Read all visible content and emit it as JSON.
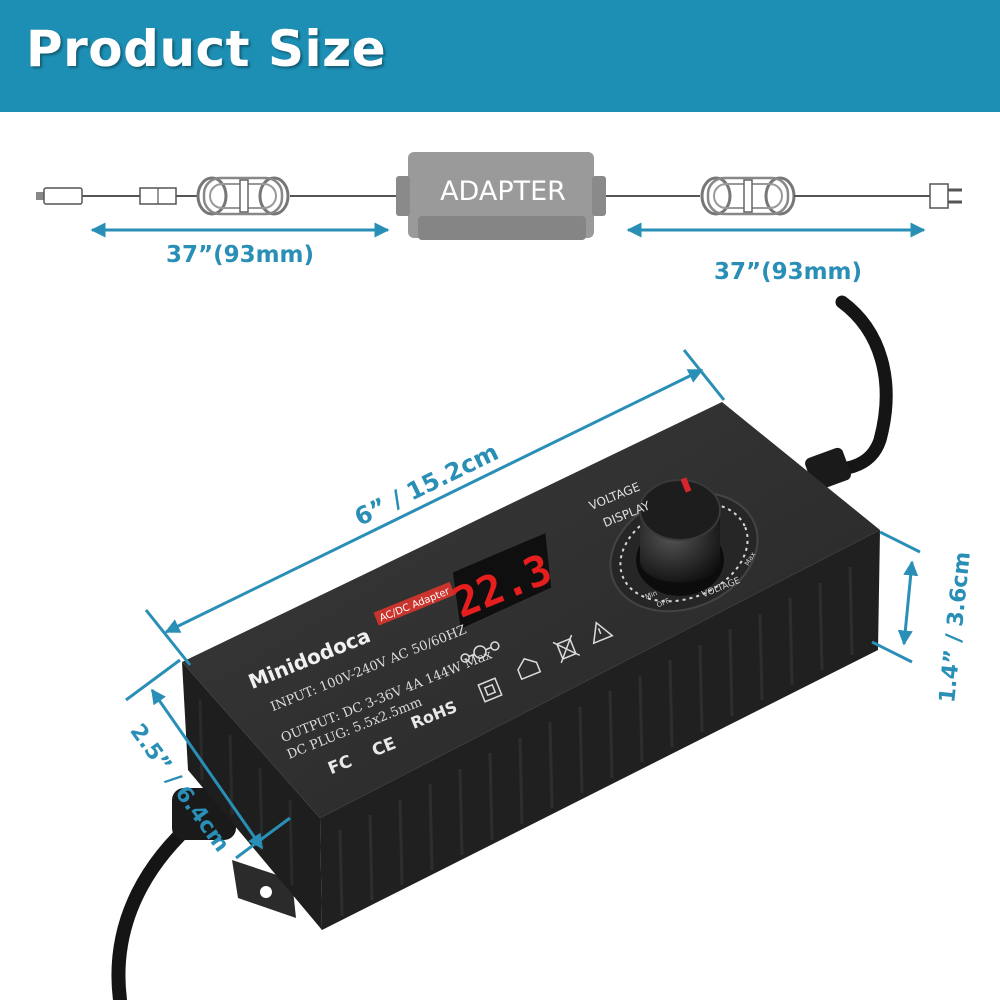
{
  "banner": {
    "title": "Product Size"
  },
  "colors": {
    "banner": "#1d8fb4",
    "dimension": "#2a8fb6",
    "body": "#1c1c1c",
    "led": "#e61e1e",
    "label_bg": "#c9342c"
  },
  "cable_diagram": {
    "adapter_label": "ADAPTER",
    "left_length": "37”(93mm)",
    "right_length": "37”(93mm)"
  },
  "product": {
    "brand": "Minidodoca",
    "tag": "AC/DC Adapter",
    "display_value": "22.3",
    "knob_label_top": "VOLTAGE",
    "knob_label_bottom": "DISPLAY",
    "dial_min": "Min",
    "dial_off": "OFF",
    "dial_voltage": "VOLTAGE",
    "dial_max": "Max",
    "spec_input": "INPUT: 100V-240V AC 50/60HZ",
    "spec_output": "OUTPUT: DC 3-36V 4A 144W Max",
    "spec_plug": "DC PLUG: 5.5x2.5mm",
    "cert_rohs": "RoHS",
    "cert_fc": "FC",
    "cert_ce": "CE",
    "icons": [
      "polarity-icon",
      "double-insulation-icon",
      "indoor-use-icon",
      "weee-bin-icon",
      "warning-icon"
    ]
  },
  "dimensions": {
    "length": "6” / 15.2cm",
    "height": "1.4” / 3.6cm",
    "width": "2.5” / 6.4cm"
  }
}
